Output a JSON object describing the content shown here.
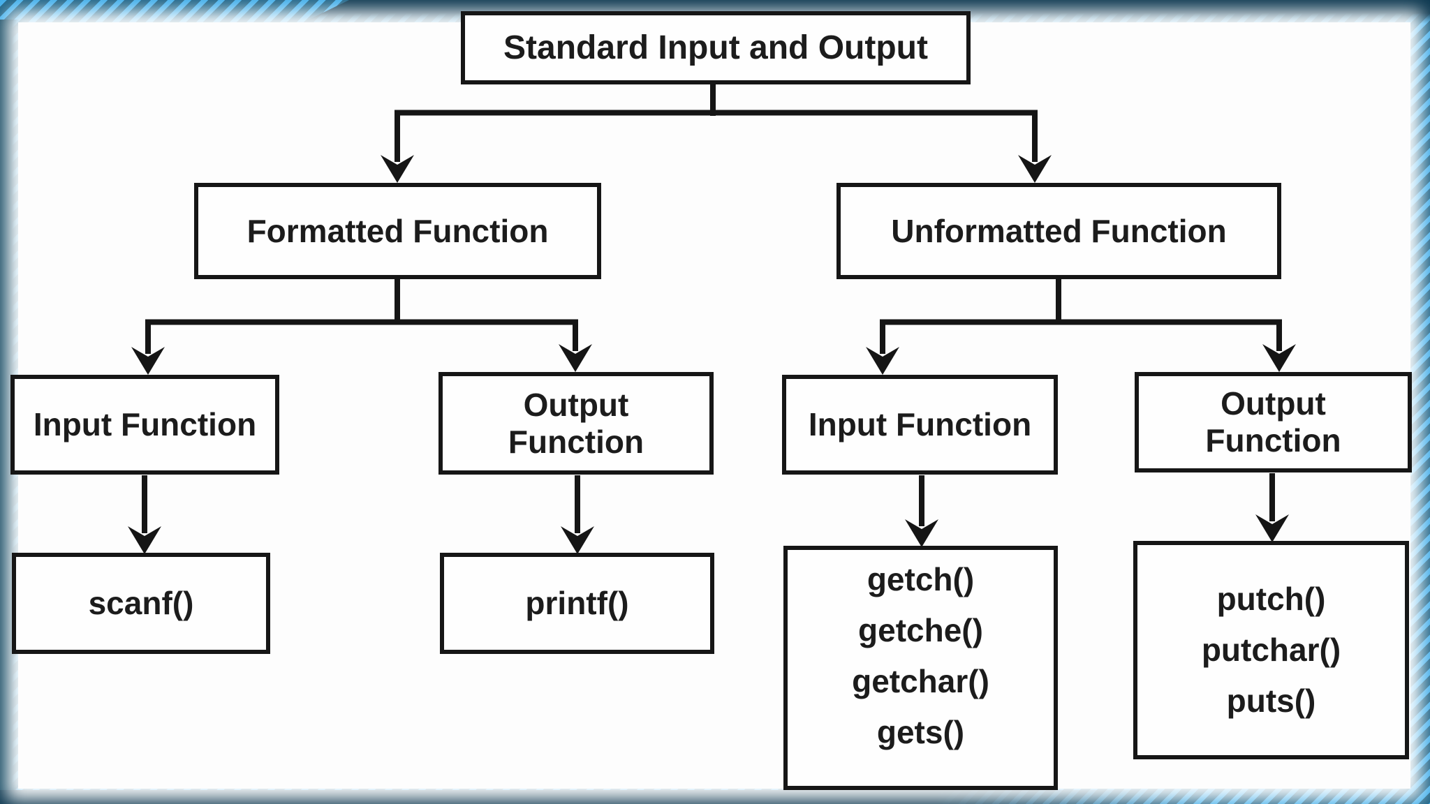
{
  "tree": {
    "root": "Standard Input and Output",
    "branches": [
      {
        "label": "Formatted Function",
        "children": [
          {
            "label": "Input Function",
            "functions": [
              "scanf()"
            ]
          },
          {
            "label": "Output Function",
            "functions": [
              "printf()"
            ]
          }
        ]
      },
      {
        "label": "Unformatted Function",
        "children": [
          {
            "label": "Input Function",
            "functions": [
              "getch()",
              "getche()",
              "getchar()",
              "gets()"
            ]
          },
          {
            "label": "Output Function",
            "functions": [
              "putch()",
              "putchar()",
              "puts()"
            ]
          }
        ]
      }
    ]
  },
  "colors": {
    "frame_navy": "#0d3850",
    "frame_teal": "#154a63",
    "stripe_blue": "#3fadea",
    "stripe_dark": "#1b6286",
    "box_border": "#161616",
    "text": "#1c1c1c"
  }
}
